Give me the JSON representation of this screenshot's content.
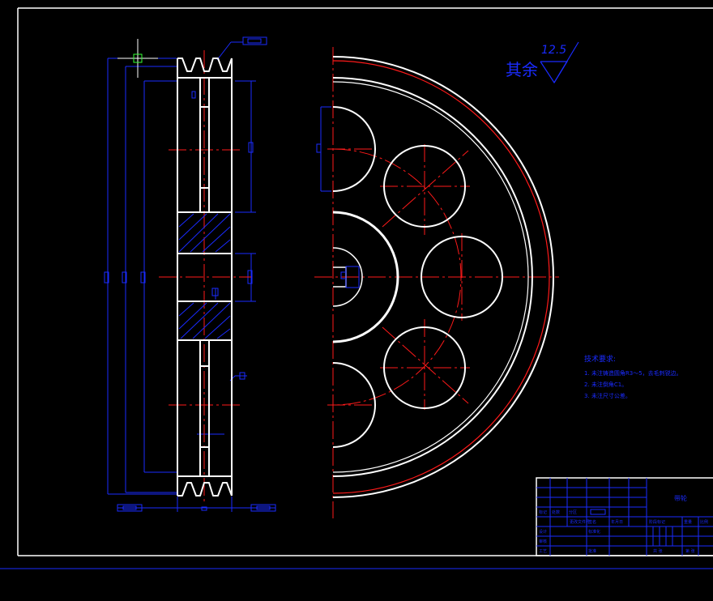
{
  "colors": {
    "background": "#000000",
    "object": "#ffffff",
    "dimension": "#1a2bff",
    "center": "#ff1a1a",
    "frame": "#ffffff",
    "cursor": "#33ff33"
  },
  "roughness": {
    "prefix": "其余",
    "value": "12.5"
  },
  "notes": {
    "heading": "技术要求:",
    "lines": [
      "1. 未注铸造圆角R3～5，去毛刺锐边。",
      "2. 未注倒角C1。",
      "3. 未注尺寸公差。"
    ]
  },
  "title_block": {
    "part_name": "带轮",
    "cells": [
      "标记",
      "处数",
      "分区",
      "更改文件号",
      "签名",
      "年月日",
      "设计",
      "标准化",
      "阶段标记",
      "重量",
      "比例",
      "审核",
      "工艺",
      "批准",
      "共  张",
      "第  张"
    ]
  }
}
